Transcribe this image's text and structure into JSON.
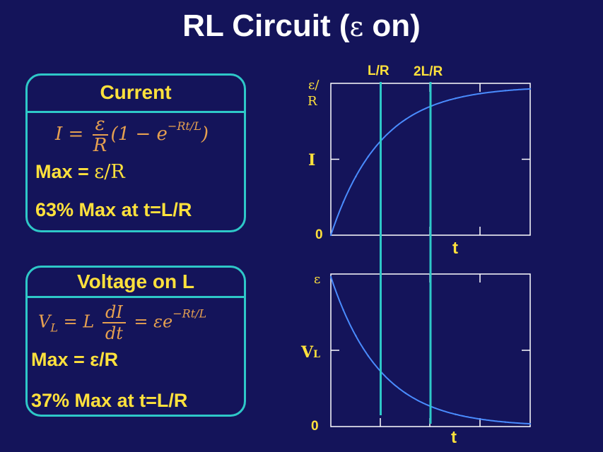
{
  "slide": {
    "title_prefix": "RL Circuit (",
    "title_symbol": "ε",
    "title_suffix": " on)"
  },
  "current_box": {
    "header": "Current",
    "formula": {
      "lhs": "I =",
      "num": "ε",
      "den": "R",
      "paren_open": "(1 − e",
      "exponent": "−Rt/L",
      "paren_close": ")"
    },
    "max_label": "Max = ",
    "max_value": "ε/R",
    "note": "63% Max at t=L/R"
  },
  "voltage_box": {
    "header": "Voltage on L",
    "formula": {
      "lhs": "V",
      "lhs_sub": "L",
      "eq1": "= L",
      "num": "dI",
      "den": "dt",
      "eq2": "= εe",
      "exponent": "−Rt/L"
    },
    "max_label": "Max = ε/R",
    "note": "37% Max at t=L/R"
  },
  "graph_labels": {
    "marker1": "L/R",
    "marker2": "2L/R",
    "top_ymax_line1": "ε/",
    "top_ymax_line2": "R",
    "top_ylabel": "I",
    "top_y0": "0",
    "top_xlabel": "t",
    "bottom_ymax": "ε",
    "bottom_ylabel": "V",
    "bottom_ylabel_sub": "L",
    "bottom_y0": "0",
    "bottom_xlabel": "t"
  },
  "chart_data": [
    {
      "type": "line",
      "title": "",
      "xlabel": "t",
      "ylabel": "I",
      "x": [
        0,
        0.25,
        0.5,
        0.75,
        1,
        1.5,
        2,
        2.5,
        3,
        3.5,
        4
      ],
      "series": [
        {
          "values": [
            0,
            0.221,
            0.393,
            0.528,
            0.632,
            0.777,
            0.865,
            0.918,
            0.95,
            0.97,
            0.982
          ]
        }
      ],
      "xlim": [
        0,
        4
      ],
      "ylim": [
        0,
        1
      ],
      "markers_x": [
        1,
        2
      ],
      "colors": {
        "curve": "#4a8cff",
        "marker": "#2ec8c8",
        "axes": "#ffffff"
      }
    },
    {
      "type": "line",
      "title": "",
      "xlabel": "t",
      "ylabel": "VL",
      "x": [
        0,
        0.25,
        0.5,
        0.75,
        1,
        1.5,
        2,
        2.5,
        3,
        3.5,
        4
      ],
      "series": [
        {
          "values": [
            1,
            0.779,
            0.607,
            0.472,
            0.368,
            0.223,
            0.135,
            0.082,
            0.05,
            0.03,
            0.018
          ]
        }
      ],
      "xlim": [
        0,
        4
      ],
      "ylim": [
        0,
        1
      ],
      "markers_x": [
        1,
        2
      ],
      "colors": {
        "curve": "#4a8cff",
        "marker": "#2ec8c8",
        "axes": "#ffffff"
      }
    }
  ]
}
